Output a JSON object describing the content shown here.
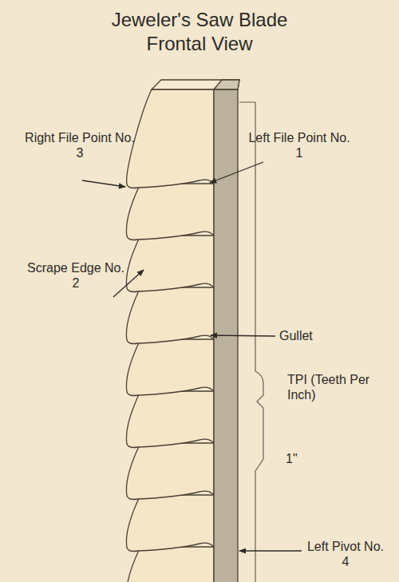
{
  "diagram": {
    "title": "Jeweler's Saw Blade Frontal View",
    "labels": [
      "Right File Point No. 3",
      "Left File Point No. 1",
      "Scrape Edge No. 2",
      "Gullet",
      "TPI (Teeth Per Inch)",
      "1\"",
      "Left Pivot No. 4"
    ]
  }
}
